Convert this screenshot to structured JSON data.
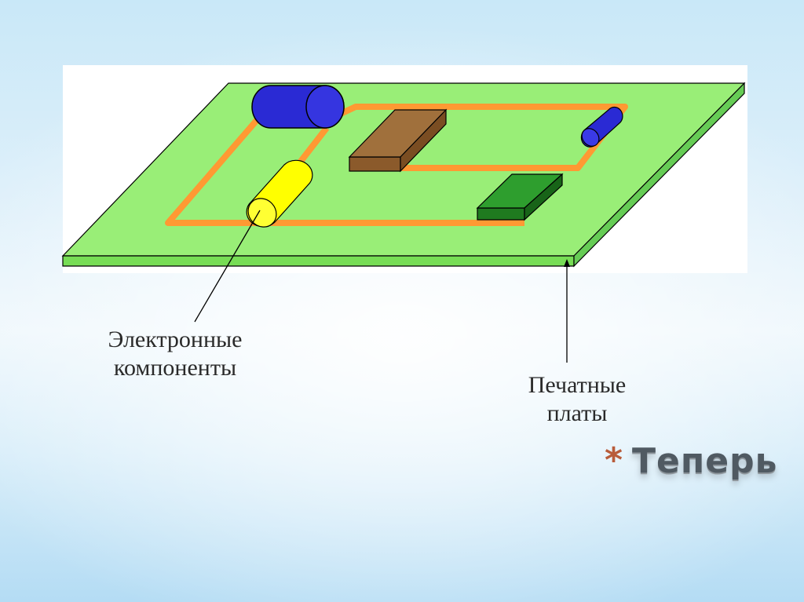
{
  "labels": {
    "components": [
      "Электронные",
      "компоненты"
    ],
    "boards": [
      "Печатные",
      "платы"
    ]
  },
  "title": {
    "bullet": "*",
    "text": "Теперь"
  },
  "colors": {
    "board_top": "#99ee77",
    "board_edge": "#66cc55",
    "trace": "#ff9933",
    "capacitor_blue": "#2a2ad4",
    "resistor_yellow": "#ffff00",
    "chip_brown": "#996633",
    "chip_green": "#228b22",
    "title_bullet": "#b85c3a",
    "title_text": "#505a62"
  }
}
